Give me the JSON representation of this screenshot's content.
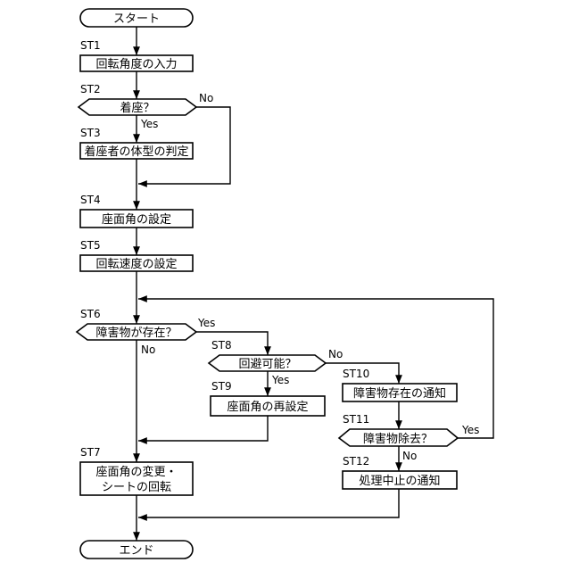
{
  "nodes": {
    "start": {
      "text": "スタート"
    },
    "st1": {
      "id": "ST1",
      "text": "回転角度の入力"
    },
    "st2": {
      "id": "ST2",
      "text": "着座？"
    },
    "st3": {
      "id": "ST3",
      "text": "着座者の体型の判定"
    },
    "st4": {
      "id": "ST4",
      "text": "座面角の設定"
    },
    "st5": {
      "id": "ST5",
      "text": "回転速度の設定"
    },
    "st6": {
      "id": "ST6",
      "text": "障害物が存在？"
    },
    "st7": {
      "id": "ST7",
      "line1": "座面角の変更・",
      "line2": "シートの回転"
    },
    "st8": {
      "id": "ST8",
      "text": "回避可能？"
    },
    "st9": {
      "id": "ST9",
      "text": "座面角の再設定"
    },
    "st10": {
      "id": "ST10",
      "text": "障害物存在の通知"
    },
    "st11": {
      "id": "ST11",
      "text": "障害物除去？"
    },
    "st12": {
      "id": "ST12",
      "text": "処理中止の通知"
    },
    "end": {
      "text": "エンド"
    }
  },
  "branches": {
    "yes": "Yes",
    "no": "No"
  }
}
